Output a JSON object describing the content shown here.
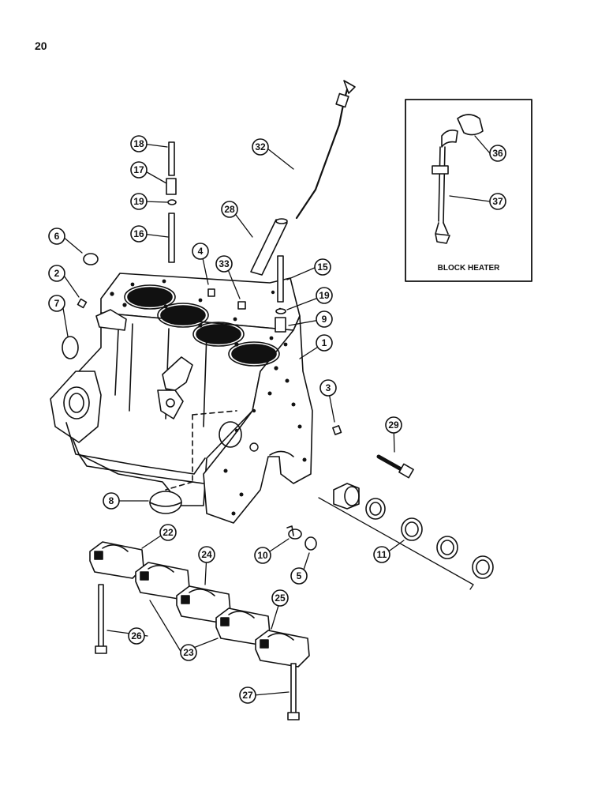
{
  "page": {
    "number": "20"
  },
  "inset": {
    "caption": "BLOCK HEATER"
  },
  "callouts": {
    "c1": "1",
    "c2": "2",
    "c3": "3",
    "c4": "4",
    "c5": "5",
    "c6": "6",
    "c7": "7",
    "c8": "8",
    "c9": "9",
    "c10": "10",
    "c11": "11",
    "c15": "15",
    "c16": "16",
    "c17": "17",
    "c18": "18",
    "c19a": "19",
    "c19b": "19",
    "c22": "22",
    "c23": "23",
    "c24": "24",
    "c25": "25",
    "c26": "26",
    "c27": "27",
    "c28": "28",
    "c29": "29",
    "c32": "32",
    "c33": "33",
    "c36": "36",
    "c37": "37"
  },
  "colors": {
    "ink": "#111111",
    "paper": "#ffffff"
  }
}
